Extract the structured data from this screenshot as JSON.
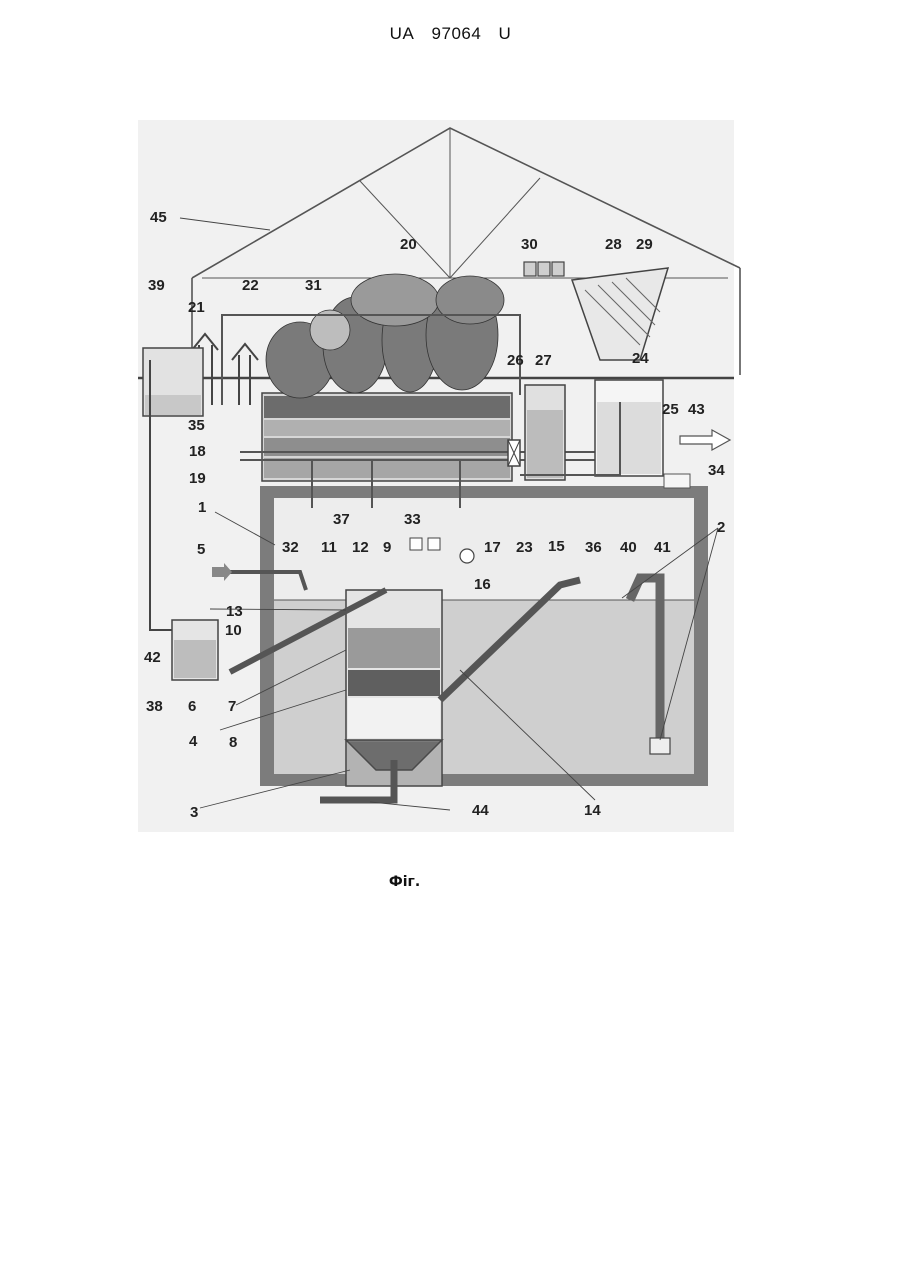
{
  "header": {
    "office": "UA",
    "number": "97064",
    "kind": "U"
  },
  "figure": {
    "caption": "Фіг.",
    "labels": [
      {
        "n": "1"
      },
      {
        "n": "2"
      },
      {
        "n": "3"
      },
      {
        "n": "4"
      },
      {
        "n": "5"
      },
      {
        "n": "6"
      },
      {
        "n": "7"
      },
      {
        "n": "8"
      },
      {
        "n": "9"
      },
      {
        "n": "10"
      },
      {
        "n": "11"
      },
      {
        "n": "12"
      },
      {
        "n": "13"
      },
      {
        "n": "14"
      },
      {
        "n": "15"
      },
      {
        "n": "16"
      },
      {
        "n": "17"
      },
      {
        "n": "18"
      },
      {
        "n": "19"
      },
      {
        "n": "20"
      },
      {
        "n": "21"
      },
      {
        "n": "22"
      },
      {
        "n": "23"
      },
      {
        "n": "24"
      },
      {
        "n": "25"
      },
      {
        "n": "26"
      },
      {
        "n": "27"
      },
      {
        "n": "28"
      },
      {
        "n": "29"
      },
      {
        "n": "30"
      },
      {
        "n": "31"
      },
      {
        "n": "32"
      },
      {
        "n": "33"
      },
      {
        "n": "34"
      },
      {
        "n": "35"
      },
      {
        "n": "36"
      },
      {
        "n": "37"
      },
      {
        "n": "38"
      },
      {
        "n": "39"
      },
      {
        "n": "40"
      },
      {
        "n": "41"
      },
      {
        "n": "42"
      },
      {
        "n": "43"
      },
      {
        "n": "44"
      },
      {
        "n": "45"
      }
    ]
  }
}
